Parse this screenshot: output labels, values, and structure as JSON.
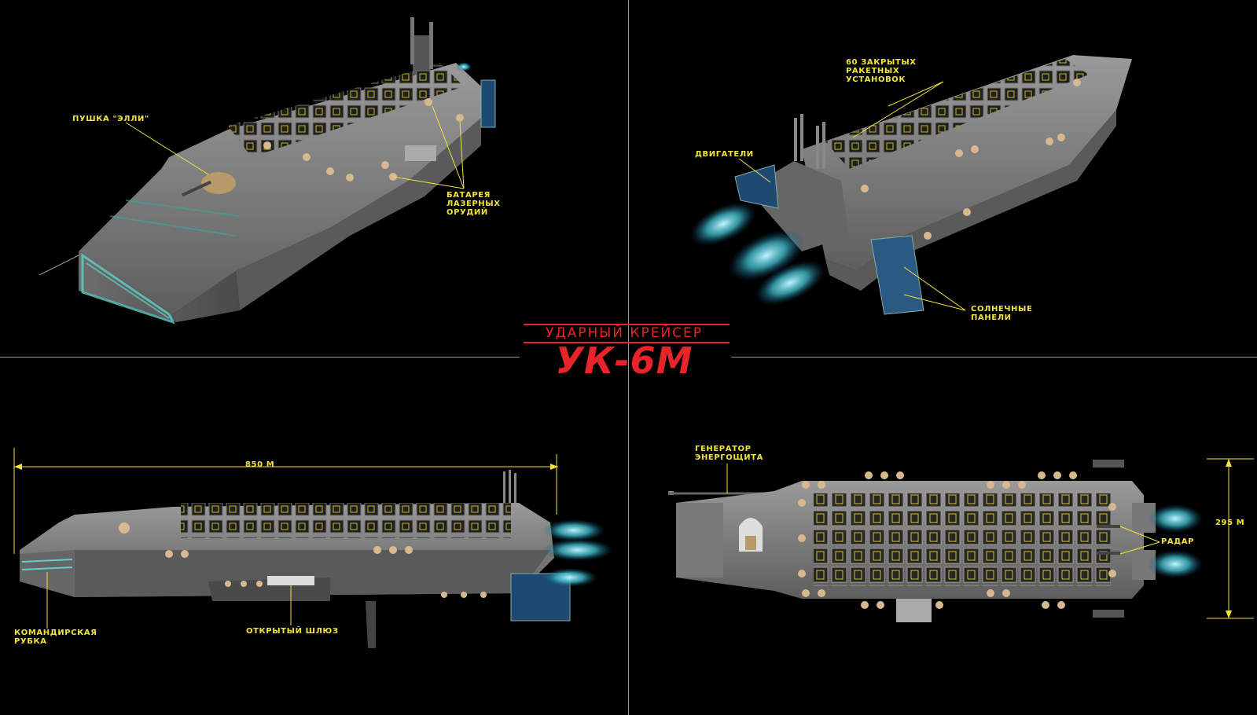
{
  "title": {
    "small": "УДАРНЫЙ КРЕЙСЕР",
    "big": "УК-6М"
  },
  "colors": {
    "background": "#000000",
    "label": "#f2e43a",
    "title": "#e8242b",
    "hull": "#8a8a8a",
    "exhaust": "#3fb8c8",
    "divider": "#9a9a9a"
  },
  "views": {
    "top_left": {
      "labels": {
        "gun": "ПУШКА \"ЭЛЛИ\"",
        "lasers": [
          "БАТАРЕЯ",
          "ЛАЗЕРНЫХ",
          "ОРУДИЙ"
        ]
      }
    },
    "top_right": {
      "labels": {
        "missiles": [
          "60 ЗАКРЫТЫХ",
          "РАКЕТНЫХ",
          "УСТАНОВОК"
        ],
        "engines": "ДВИГАТЕЛИ",
        "solar": [
          "СОЛНЕЧНЫЕ",
          "ПАНЕЛИ"
        ]
      }
    },
    "bottom_left": {
      "labels": {
        "length": "850 М",
        "bridge": [
          "КОМАНДИРСКАЯ",
          "РУБКА"
        ],
        "shuttle": "ОТКРЫТЫЙ ШЛЮЗ"
      }
    },
    "bottom_right": {
      "labels": {
        "shield": [
          "ГЕНЕРАТОР",
          "ЭНЕРГОЩИТА"
        ],
        "width": "295 М",
        "radar": "РАДАР"
      }
    }
  }
}
